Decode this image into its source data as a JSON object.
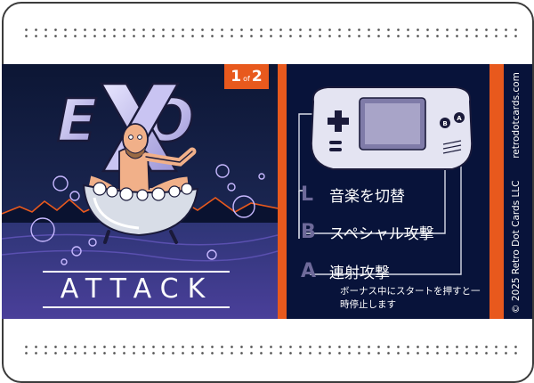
{
  "card": {
    "counter": {
      "current": "1",
      "of": "of",
      "total": "2"
    },
    "game_title_logo": "EXO",
    "game_subtitle": "ATTACK",
    "controls": [
      {
        "button": "L",
        "action": "音楽を切替"
      },
      {
        "button": "B",
        "action": "スペシャル攻撃"
      },
      {
        "button": "A",
        "action": "連射攻撃"
      }
    ],
    "handheld_buttons": {
      "b": "B",
      "a": "A"
    },
    "note_lines": [
      "ボーナス中にスタートを押すと一時停止します"
    ],
    "copyright": "© 2025 Retro Dot Cards LLC",
    "website": "retrodotcards.com"
  },
  "colors": {
    "accent": "#e8591d",
    "panel": "#08133a",
    "art_bg": "#0f1b3d",
    "button_letter": "#6e6a9a"
  }
}
